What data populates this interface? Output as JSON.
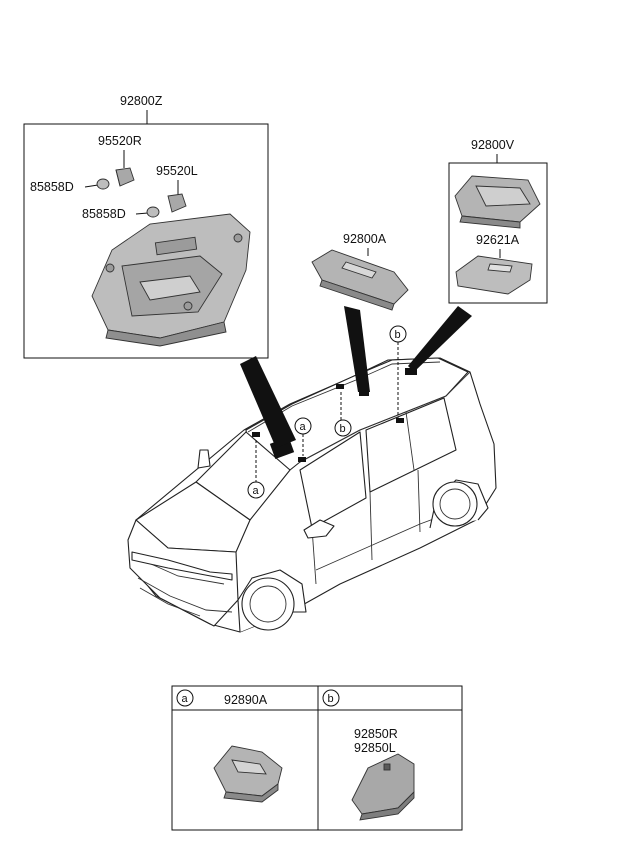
{
  "labels": {
    "overhead_console": "92800Z",
    "map_lamp_right": "95520R",
    "map_lamp_left": "95520L",
    "bulb_upper": "85858D",
    "bulb_lower": "85858D",
    "room_lamp": "92800V",
    "room_lamp_lens": "92621A",
    "center_lamp": "92800A"
  },
  "callouts": {
    "a": "a",
    "b": "b"
  },
  "legend": {
    "a_letter": "a",
    "a_part": "92890A",
    "b_letter": "b",
    "b_part_r": "92850R",
    "b_part_l": "92850L"
  },
  "colors": {
    "part_fill": "#b9b9b9",
    "part_dark": "#8a8a8a",
    "line": "#111111"
  }
}
